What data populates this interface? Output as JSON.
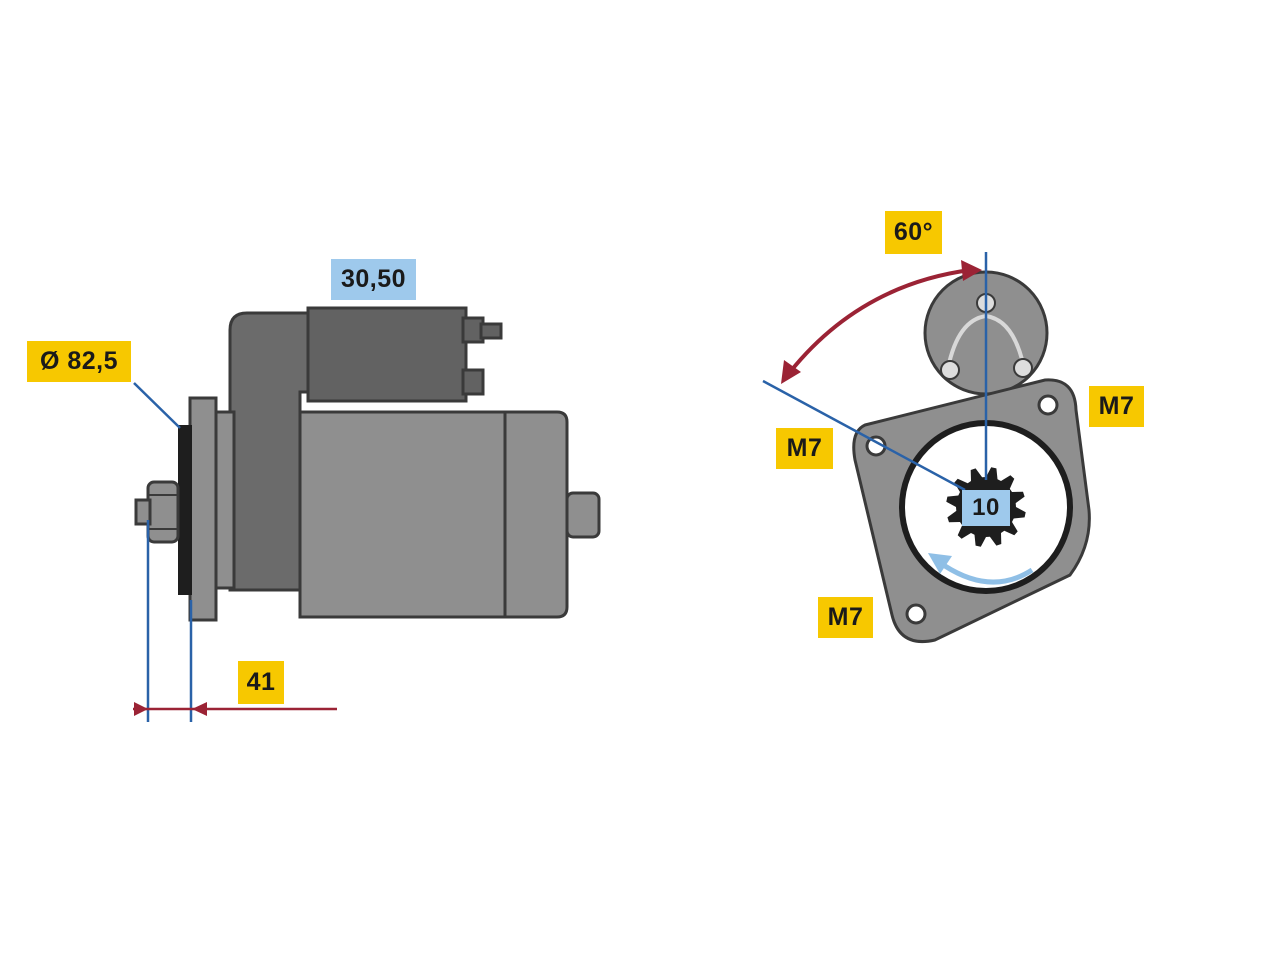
{
  "labels": {
    "diameter": "Ø 82,5",
    "length_30_50": "30,50",
    "flange_offset": "41",
    "angle": "60°",
    "bolt_left": "M7",
    "bolt_right": "M7",
    "bolt_bottom": "M7",
    "teeth": "10"
  },
  "colors": {
    "body": "#8c8c8c",
    "body_dark": "#5f5f5f",
    "outline": "#3a3a3a",
    "dimension_line": "#2a62a8",
    "arrow_red": "#9b2335",
    "label_yellow": "#f7c800",
    "label_blue": "#9ec9ec"
  }
}
